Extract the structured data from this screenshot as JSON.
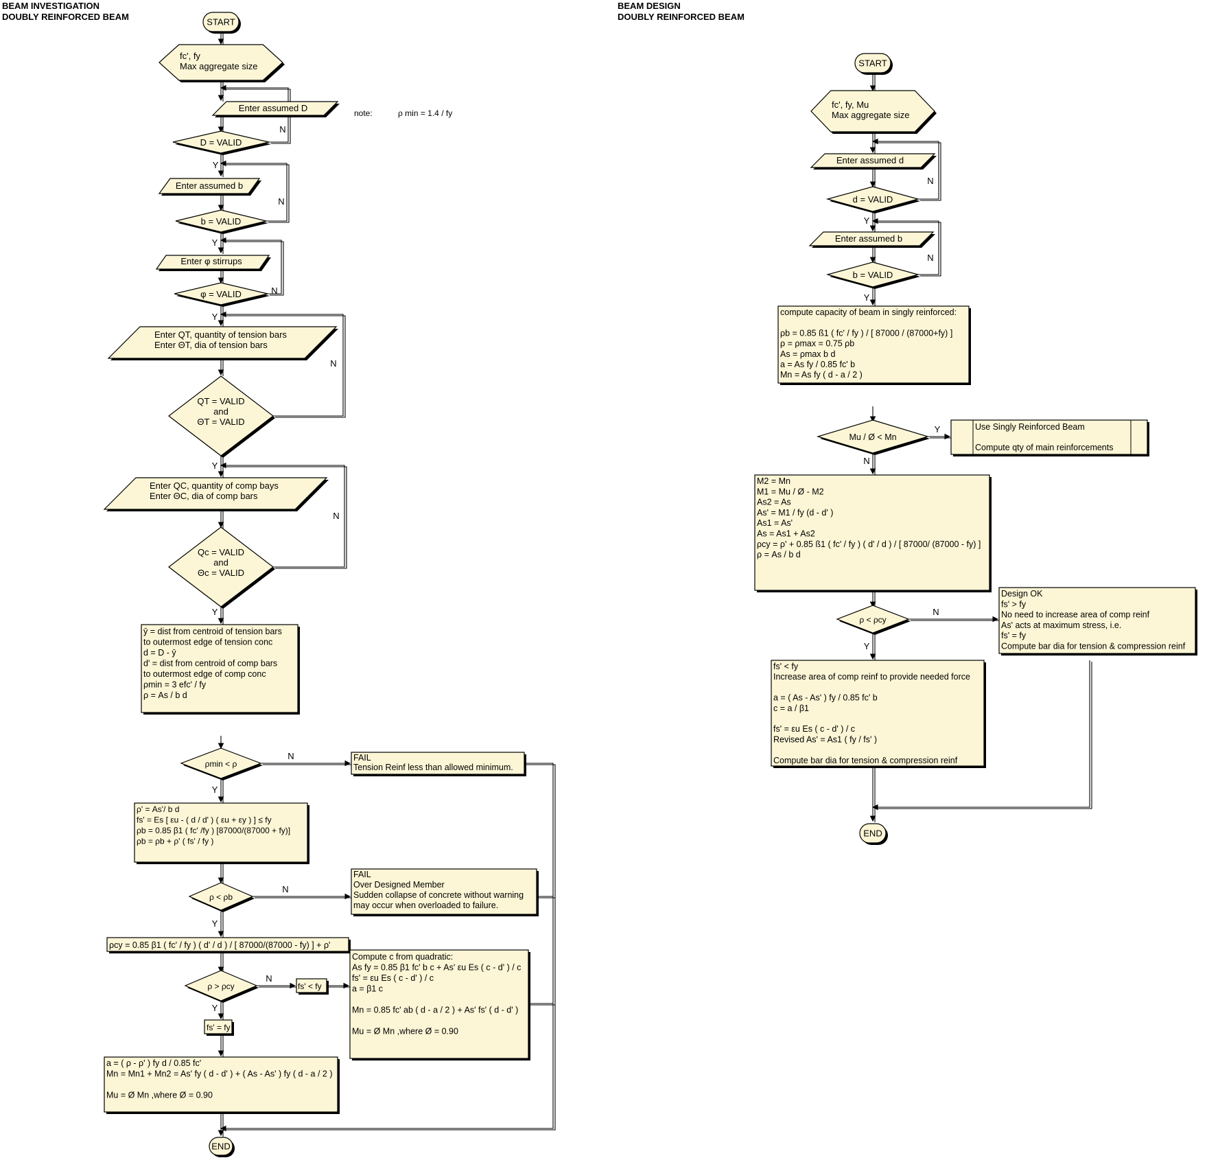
{
  "left": {
    "title": [
      "BEAM INVESTIGATION",
      "DOUBLY REINFORCED BEAM"
    ],
    "start": "START",
    "input1": [
      "fc', fy",
      "Max aggregate  size"
    ],
    "enterD": "Enter assumed D",
    "note": "note:",
    "noteFormula": "ρ min = 1.4 / fy",
    "decD": "D = VALID",
    "enterB": "Enter assumed b",
    "decB": "b = VALID",
    "enterPhi": "Enter φ stirrups",
    "decPhi": "φ = VALID",
    "enterQT": [
      "Enter QT, quantity of tension bars",
      "Enter  ΘT, dia of tension bars"
    ],
    "decQT": [
      "QT = VALID",
      "and",
      "ΘT = VALID"
    ],
    "enterQC": [
      "Enter QC, quantity of comp bays",
      "Enter  ΘC, dia of comp bars"
    ],
    "decQC": [
      "Qc = VALID",
      "and",
      "Θc = VALID"
    ],
    "box1": [
      "ӯ = dist from centroid of tension bars",
      "     to outermost edge of tension conc",
      "d = D - ӯ",
      "d' = dist from centroid of comp bars",
      "     to outermost edge of comp conc",
      "ρmin = 3 efc'  / fy",
      "ρ = As / b d"
    ],
    "decMin": "ρmin < ρ",
    "fail1": [
      "FAIL",
      "Tension Reinf less than allowed  minimum."
    ],
    "box2": [
      "ρ' = As'/ b d",
      "fs' = Es [ εu - ( d / d' ) (  εu + εy ) ] ≤ fy",
      "ρb = 0.85 β1 ( fc' /fy )  [87000/(87000  + fy)]",
      "ρb = ρb + ρ' ( fs' / fy )"
    ],
    "decRhoB": "ρ < ρb",
    "fail2": [
      "FAIL",
      "Over Designed  Member",
      "Sudden collapse of concrete without warning",
      "may occur when  overloaded  to failure."
    ],
    "rhoCy": "ρcy = 0.85 β1 ( fc' / fy ) ( d' / d ) / [ 87000/(87000  - fy) ] + ρ'",
    "decRhoCy": "ρ > ρcy",
    "fsLess": "fs' < fy",
    "compute": [
      "Compute  c from  quadratic:",
      "As fy = 0.85 β1 fc' b c + As' εu Es ( c - d' ) / c",
      "fs' = εu Es ( c - d' ) / c",
      "a = β1 c",
      "",
      "Mn = 0.85 fc' ab ( d - a / 2 ) + As'  fs' ( d - d' )",
      "",
      "Mu = Ø Mn  ,where  Ø = 0.90"
    ],
    "fsEq": "fs' = fy",
    "box3": [
      "a = ( ρ -  ρ' ) fy d / 0.85 fc'",
      "Mn = Mn1 + Mn2 = As' fy ( d - d' ) + ( As - As' ) fy ( d - a / 2 )",
      "",
      "Mu = Ø Mn  ,where  Ø = 0.90"
    ],
    "end": "END"
  },
  "right": {
    "title": [
      "BEAM DESIGN",
      "DOUBLY REINFORCED BEAM"
    ],
    "start": "START",
    "input1": [
      "fc', fy, Mu",
      "Max aggregate  size"
    ],
    "enterD": "Enter assumed  d",
    "decD": "d = VALID",
    "enterB": "Enter assumed  b",
    "decB": "b = VALID",
    "box1": [
      "compute  capacity of beam  in singly reinforced:",
      "",
      "ρb = 0.85 ß1 ( fc' / fy ) / [ 87000  / (87000+fy)  ]",
      "ρ = ρmax = 0.75 ρb",
      "As = ρmax b d",
      "a = As fy / 0.85 fc' b",
      "Mn = As fy ( d - a / 2 )"
    ],
    "decMu": "Mu / Ø  < Mn",
    "singly": [
      "Use Singly Reinforced  Beam",
      "",
      "Compute  qty of main reinforcements"
    ],
    "box2": [
      "M2 = Mn",
      "M1 = Mu / Ø - M2",
      "As2 = As",
      "As' = M1 / fy (d - d' )",
      "As1 = As'",
      "As = As1 + As2",
      "ρcy = ρ' + 0.85 ß1 ( fc' / fy ) ( d' / d ) / [ 87000/ (87000  - fy) ]",
      "ρ = As / b d"
    ],
    "decRho": "ρ < ρcy",
    "ok": [
      "Design OK",
      "fs' > fy",
      "No need to increase area of comp reinf",
      "As' acts at maximum stress, i.e.",
      "fs' = fy",
      "Compute  bar dia for tension & compression reinf"
    ],
    "box3": [
      "fs' < fy",
      "Increase  area of comp reinf to provide  needed force",
      "",
      "a = ( As - As' ) fy / 0.85  fc' b",
      "c = a / β1",
      "",
      "fs' = εu Es ( c - d' ) / c",
      "Revised  As' = As1 ( fy / fs' )",
      "",
      "Compute  bar dia for tension & compression reinf"
    ],
    "end": "END"
  },
  "flowLabels": {
    "yes": "Y",
    "no": "N"
  },
  "colors": {
    "fill": "#fcf6d6",
    "stroke": "#000000",
    "shadow": "#000000"
  }
}
